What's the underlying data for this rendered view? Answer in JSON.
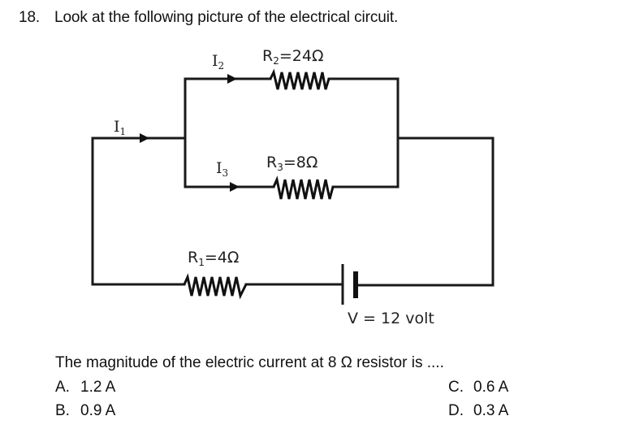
{
  "question": {
    "number": "18.",
    "title": "Look at the following picture of the electrical circuit.",
    "prompt": "The magnitude of the electric current at 8 Ω resistor is ....",
    "options": [
      {
        "letter": "A.",
        "value": "1.2 A"
      },
      {
        "letter": "B.",
        "value": "0.9 A"
      },
      {
        "letter": "C.",
        "value": "0.6 A"
      },
      {
        "letter": "D.",
        "value": "0.3 A"
      }
    ]
  },
  "circuit": {
    "currents": {
      "i1": {
        "symbol": "I",
        "sub": "1"
      },
      "i2": {
        "symbol": "I",
        "sub": "2"
      },
      "i3": {
        "symbol": "I",
        "sub": "3"
      }
    },
    "resistors": {
      "r1": {
        "symbol": "R",
        "sub": "1",
        "value": "=4Ω"
      },
      "r2": {
        "symbol": "R",
        "sub": "2",
        "value": "=24Ω"
      },
      "r3": {
        "symbol": "R",
        "sub": "3",
        "value": "=8Ω"
      }
    },
    "source": {
      "label": "V = 12 volt"
    }
  }
}
